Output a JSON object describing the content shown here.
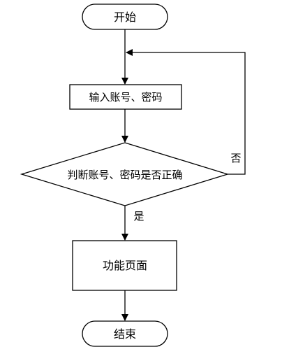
{
  "diagram": {
    "type": "flowchart",
    "nodes": {
      "start": {
        "shape": "terminator",
        "label": "开始"
      },
      "input": {
        "shape": "process",
        "label": "输入账号、密码"
      },
      "decision": {
        "shape": "decision",
        "label": "判断账号、密码是否正确"
      },
      "function_page": {
        "shape": "process",
        "label": "功能页面"
      },
      "end": {
        "shape": "terminator",
        "label": "结束"
      }
    },
    "edges": [
      {
        "from": "start",
        "to": "input",
        "label": ""
      },
      {
        "from": "input",
        "to": "decision",
        "label": ""
      },
      {
        "from": "decision",
        "to": "function_page",
        "label": "是"
      },
      {
        "from": "decision",
        "to": "input",
        "label": "否"
      },
      {
        "from": "function_page",
        "to": "end",
        "label": ""
      }
    ],
    "colors": {
      "stroke": "#000000",
      "fill": "#ffffff",
      "text": "#000000"
    }
  }
}
